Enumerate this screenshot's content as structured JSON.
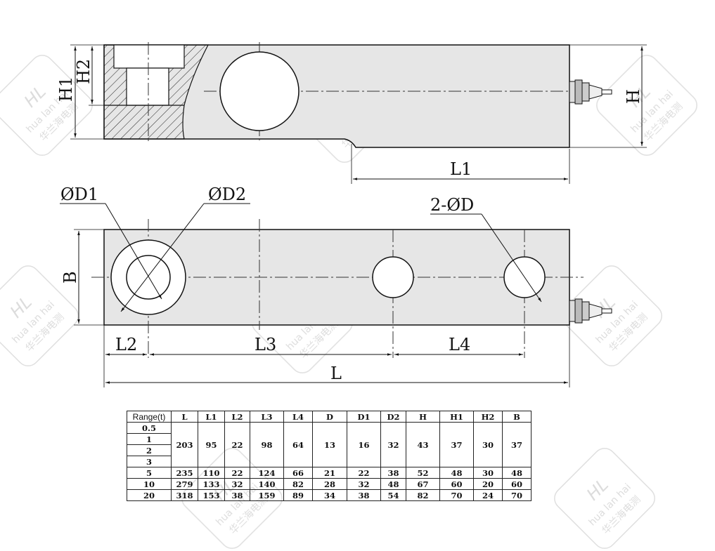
{
  "side_view": {
    "labels": {
      "h1": "H1",
      "h2": "H2",
      "h": "H",
      "l1": "L1"
    }
  },
  "top_view": {
    "labels": {
      "d1": "ØD1",
      "d2": "ØD2",
      "two_d": "2-ØD",
      "b": "B",
      "l2": "L2",
      "l3": "L3",
      "l4": "L4",
      "l": "L"
    }
  },
  "watermark": {
    "brand_latin": "hua lan hai",
    "brand_cn": "华兰海电测",
    "logo_text": "HL"
  },
  "table": {
    "headers": [
      "Range(t)",
      "L",
      "L1",
      "L2",
      "L3",
      "L4",
      "D",
      "D1",
      "D2",
      "H",
      "H1",
      "H2",
      "B"
    ],
    "group_ranges": [
      "0.5",
      "1",
      "2",
      "3"
    ],
    "group_values": [
      "203",
      "95",
      "22",
      "98",
      "64",
      "13",
      "16",
      "32",
      "43",
      "37",
      "30",
      "37"
    ],
    "rows": [
      [
        "5",
        "235",
        "110",
        "22",
        "124",
        "66",
        "21",
        "22",
        "38",
        "52",
        "48",
        "30",
        "48"
      ],
      [
        "10",
        "279",
        "133",
        "32",
        "140",
        "82",
        "28",
        "32",
        "48",
        "67",
        "60",
        "20",
        "60"
      ],
      [
        "20",
        "318",
        "153",
        "38",
        "159",
        "89",
        "34",
        "38",
        "54",
        "82",
        "70",
        "24",
        "70"
      ]
    ]
  }
}
